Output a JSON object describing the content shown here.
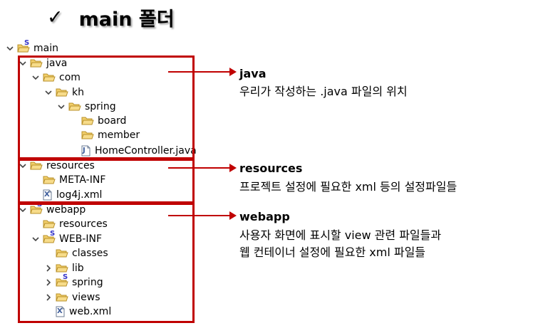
{
  "heading": {
    "check": "✓",
    "text": "main 폴더"
  },
  "tree": [
    {
      "label": "main",
      "chev": "open",
      "icon": "source-folder",
      "indent": 0
    },
    {
      "label": "java",
      "chev": "open",
      "icon": "folder",
      "indent": 1
    },
    {
      "label": "com",
      "chev": "open",
      "icon": "folder",
      "indent": 2
    },
    {
      "label": "kh",
      "chev": "open",
      "icon": "folder",
      "indent": 3
    },
    {
      "label": "spring",
      "chev": "open",
      "icon": "folder",
      "indent": 4
    },
    {
      "label": "board",
      "chev": "none",
      "icon": "folder",
      "indent": 5
    },
    {
      "label": "member",
      "chev": "none",
      "icon": "folder",
      "indent": 5
    },
    {
      "label": "HomeController.java",
      "chev": "none",
      "icon": "java-file",
      "indent": 5
    },
    {
      "label": "resources",
      "chev": "open",
      "icon": "folder",
      "indent": 1
    },
    {
      "label": "META-INF",
      "chev": "none",
      "icon": "folder",
      "indent": 2
    },
    {
      "label": "log4j.xml",
      "chev": "none",
      "icon": "xml-file",
      "indent": 2
    },
    {
      "label": "webapp",
      "chev": "open",
      "icon": "source-folder",
      "indent": 1
    },
    {
      "label": "resources",
      "chev": "none",
      "icon": "folder",
      "indent": 2
    },
    {
      "label": "WEB-INF",
      "chev": "open",
      "icon": "source-folder",
      "indent": 2
    },
    {
      "label": "classes",
      "chev": "none",
      "icon": "folder",
      "indent": 3
    },
    {
      "label": "lib",
      "chev": "closed",
      "icon": "folder",
      "indent": 3
    },
    {
      "label": "spring",
      "chev": "closed",
      "icon": "source-folder",
      "indent": 3
    },
    {
      "label": "views",
      "chev": "closed",
      "icon": "folder",
      "indent": 3
    },
    {
      "label": "web.xml",
      "chev": "none",
      "icon": "xml-file",
      "indent": 3
    }
  ],
  "annotations": {
    "java": {
      "title": "java",
      "desc": [
        "우리가 작성하는 .java 파일의 위치"
      ]
    },
    "resources": {
      "title": "resources",
      "desc": [
        "프로젝트 설정에 필요한 xml 등의 설정파일들"
      ]
    },
    "webapp": {
      "title": "webapp",
      "desc": [
        "사용자 화면에 표시할 view 관련 파일들과",
        "웹 컨테이너 설정에 필요한 xml 파일들"
      ]
    }
  },
  "colors": {
    "highlight": "#c00000",
    "folder": "#e8b84a",
    "source_badge": "#3434c8"
  }
}
